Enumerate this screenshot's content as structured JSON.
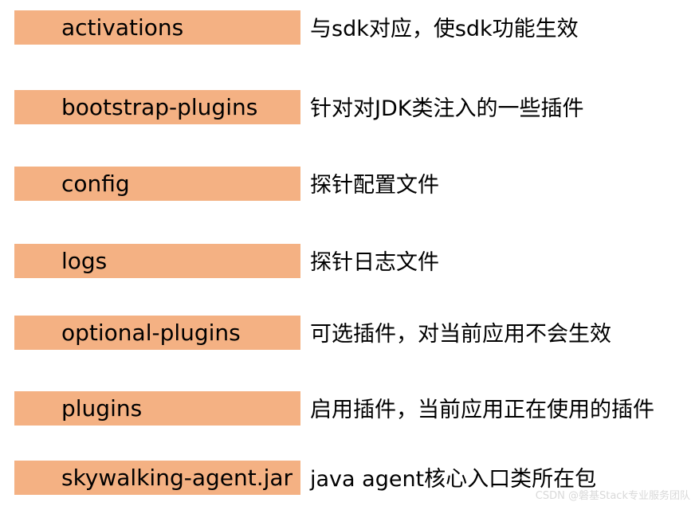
{
  "rows": [
    {
      "name": "activations",
      "description": "与sdk对应，使sdk功能生效"
    },
    {
      "name": "bootstrap-plugins",
      "description": "针对对JDK类注入的一些插件"
    },
    {
      "name": "config",
      "description": "探针配置文件"
    },
    {
      "name": "logs",
      "description": "探针日志文件"
    },
    {
      "name": "optional-plugins",
      "description": "可选插件，对当前应用不会生效"
    },
    {
      "name": "plugins",
      "description": "启用插件，当前应用正在使用的插件"
    },
    {
      "name": "skywalking-agent.jar",
      "description": "java agent核心入口类所在包"
    }
  ],
  "watermark": "CSDN @磐基Stack专业服务团队",
  "colors": {
    "name_box_fill": "#f4b183",
    "text": "#000000",
    "background": "#ffffff"
  }
}
